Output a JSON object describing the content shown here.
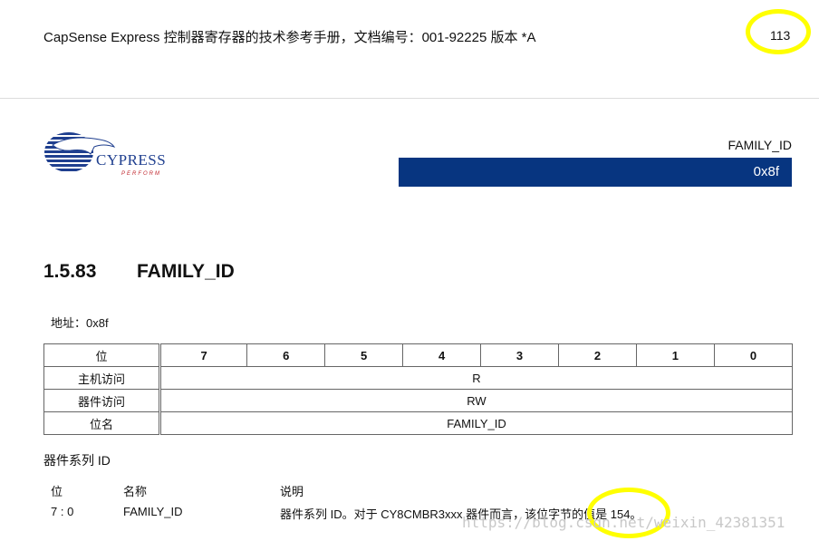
{
  "header": {
    "title": "CapSense Express 控制器寄存器的技术参考手册，文档编号：001-92225 版本 *A",
    "page_number": "113"
  },
  "logo": {
    "brand": "CYPRESS",
    "tagline": "PERFORM",
    "brand_color": "#1f3f8f",
    "accent_color": "#c0262d"
  },
  "register_banner": {
    "name": "FAMILY_ID",
    "address": "0x8f",
    "bar_color": "#073580"
  },
  "section": {
    "number": "1.5.83",
    "title": "FAMILY_ID"
  },
  "address_line": "地址：0x8f",
  "register_table": {
    "bits_label": "位",
    "bits": [
      "7",
      "6",
      "5",
      "4",
      "3",
      "2",
      "1",
      "0"
    ],
    "rows": [
      {
        "label": "主机访问",
        "value": "R"
      },
      {
        "label": "器件访问",
        "value": "RW"
      },
      {
        "label": "位名",
        "value": "FAMILY_ID"
      }
    ]
  },
  "description": {
    "heading": "器件系列 ID",
    "columns": [
      "位",
      "名称",
      "说明"
    ],
    "rows": [
      {
        "bits": "7 : 0",
        "name": "FAMILY_ID",
        "text": "器件系列 ID。对于 CY8CMBR3xxx 器件而言，该位字节的值是 154。"
      }
    ]
  },
  "watermark": "https://blog.csdn.net/weixin_42381351",
  "highlight_color": "#ffff00"
}
